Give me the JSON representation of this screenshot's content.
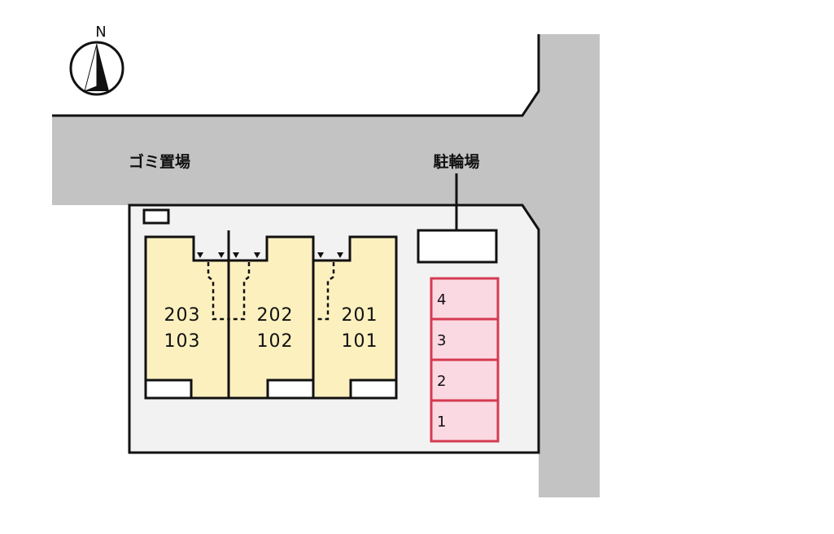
{
  "compass": {
    "north_label": "N",
    "icon": "north-arrow-icon"
  },
  "labels": {
    "garbage_area": "ゴミ置場",
    "bicycle_parking": "駐輪場"
  },
  "units": [
    {
      "upper": "203",
      "lower": "103"
    },
    {
      "upper": "202",
      "lower": "102"
    },
    {
      "upper": "201",
      "lower": "101"
    }
  ],
  "parking_slots": [
    "4",
    "3",
    "2",
    "1"
  ],
  "colors": {
    "road": "#c3c3c3",
    "lot": "#f2f2f2",
    "building": "#fcf0bf",
    "parking_fill": "#fbd9e2",
    "parking_border": "#d63a52",
    "outline": "#111111"
  }
}
